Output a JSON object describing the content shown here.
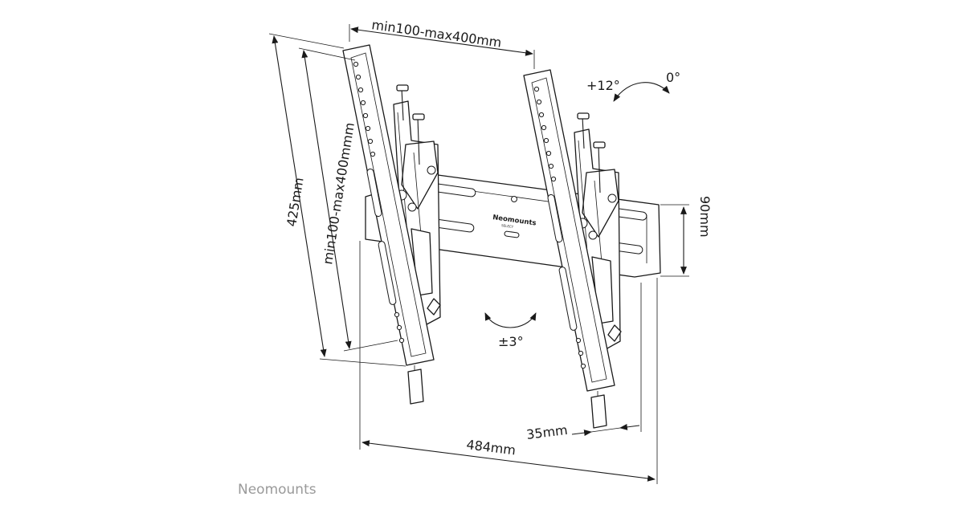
{
  "dimensions": {
    "top_width": "min100-max400mm",
    "left_height": "425mm",
    "left_inner_height": "min100-max400mmm",
    "rail_height": "90mm",
    "bottom_width": "484mm",
    "wall_distance": "35mm"
  },
  "tilt": {
    "forward": "+12°",
    "neutral": "0°",
    "swivel": "±3°"
  },
  "plate_brand": {
    "name": "Neomounts",
    "sub": "SELECT"
  },
  "footer_brand": "Neomounts"
}
